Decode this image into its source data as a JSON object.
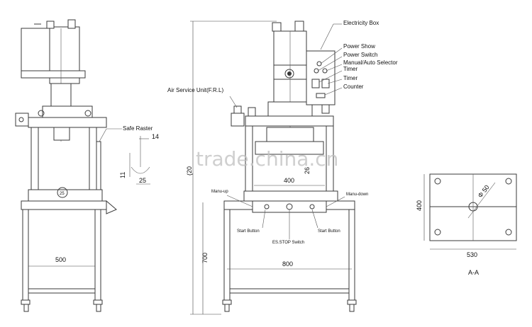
{
  "watermark": "trade.china.cn",
  "front_view": {
    "label_safe_raster": "Safe Raster",
    "dim_width": "500",
    "dim_14": "14",
    "dim_11": "11",
    "dim_25": "25",
    "dim_circle": "25"
  },
  "side_view": {
    "label_electricity_box": "Electricity Box",
    "label_power_show": "Power Show",
    "label_power_switch": "Power Switch",
    "label_manual_auto": "Manual/Auto Selector",
    "label_timer_1": "Timer",
    "label_timer_2": "Timer",
    "label_counter": "Counter",
    "label_air_service": "Air Service Unit(F.R.L)",
    "label_manu_up": "Manu-up",
    "label_manu_down": "Manu-down",
    "label_start_left": "Start Button",
    "label_start_right": "Start Button",
    "label_es_stop": "ES.STOP Switch",
    "dim_400": "400",
    "dim_26": "26",
    "dim_height": "(20",
    "dim_700": "700",
    "dim_800": "800"
  },
  "section_view": {
    "dim_400": "400",
    "dim_diameter": "Φ 50",
    "dim_530": "530",
    "title": "A-A"
  }
}
